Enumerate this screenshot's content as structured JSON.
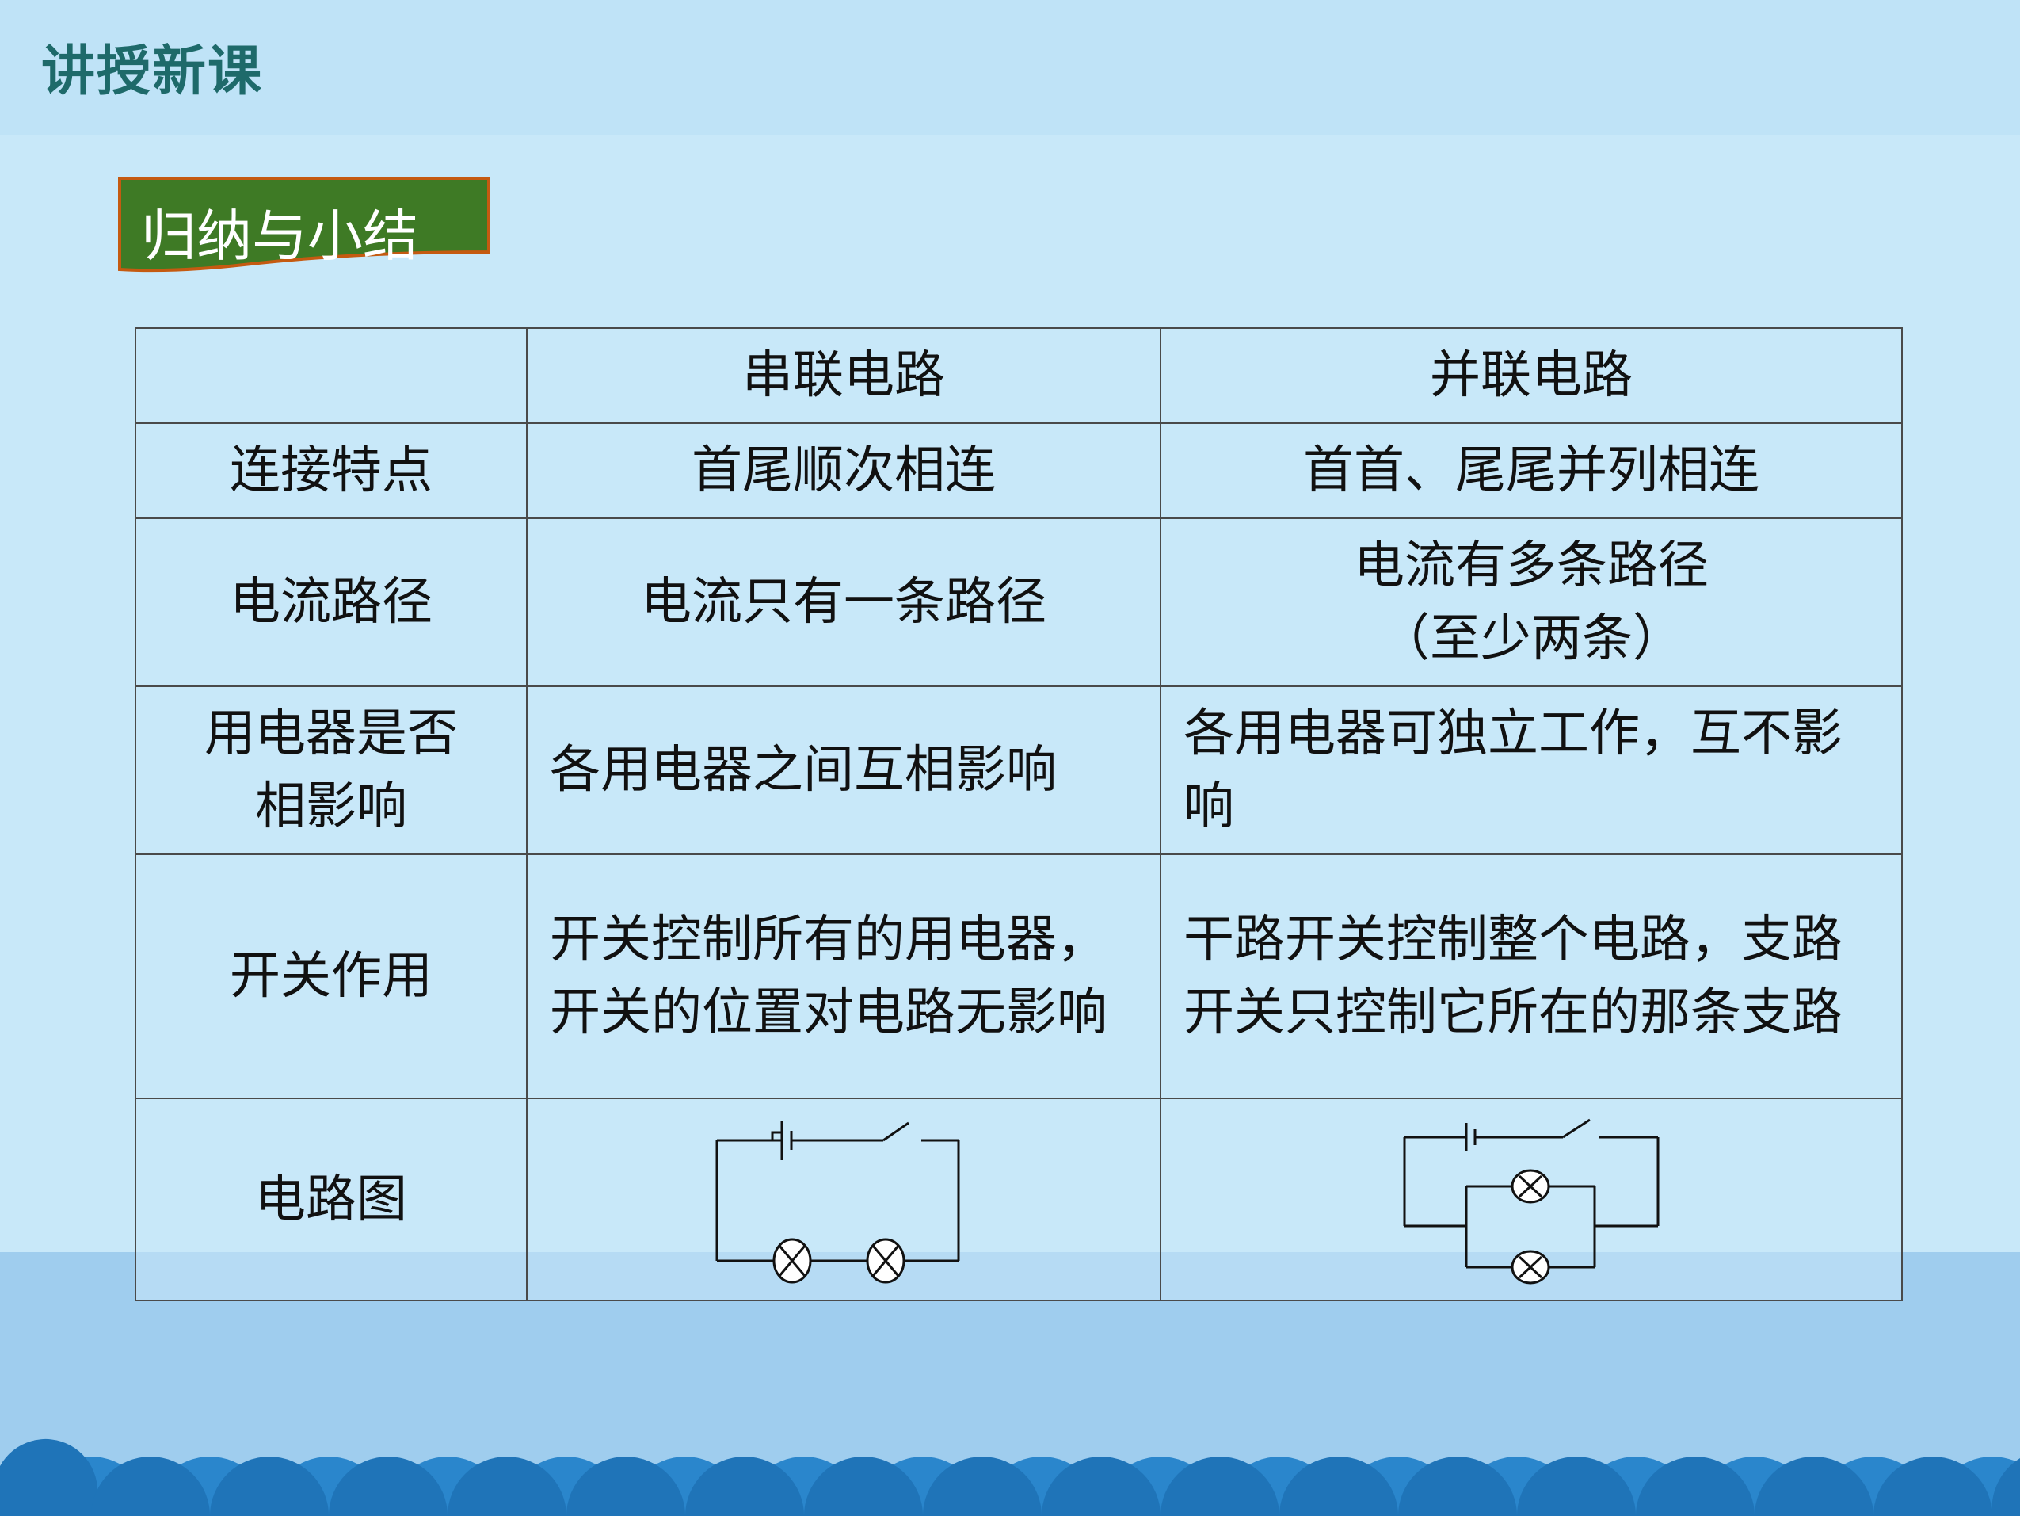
{
  "header": {
    "title": "讲授新课"
  },
  "banner": {
    "label": "归纳与小结",
    "fill": "#3e7a25",
    "border": "#c55a11"
  },
  "table": {
    "columns": [
      "",
      "串联电路",
      "并联电路"
    ],
    "rows": [
      {
        "label": "连接特点",
        "series": "首尾顺次相连",
        "parallel": "首首、尾尾并列相连"
      },
      {
        "label": "电流路径",
        "series": "电流只有一条路径",
        "parallel_line1": "电流有多条路径",
        "parallel_line2": "（至少两条）"
      },
      {
        "label_line1": "用电器是否",
        "label_line2": "相影响",
        "series": "各用电器之间互相影响",
        "parallel": "各用电器可独立工作，互不影响"
      },
      {
        "label": "开关作用",
        "series": "开关控制所有的用电器，开关的位置对电路无影响",
        "parallel": "干路开关控制整个电路，支路开关只控制它所在的那条支路"
      },
      {
        "label": "电路图",
        "series_diagram": "series-circuit-diagram",
        "parallel_diagram": "parallel-circuit-diagram"
      }
    ]
  },
  "colors": {
    "background": "#c8e8f9",
    "title": "#1e6a6a",
    "wave_dark": "#2a86cc",
    "wave_band": "#9fcdee"
  }
}
